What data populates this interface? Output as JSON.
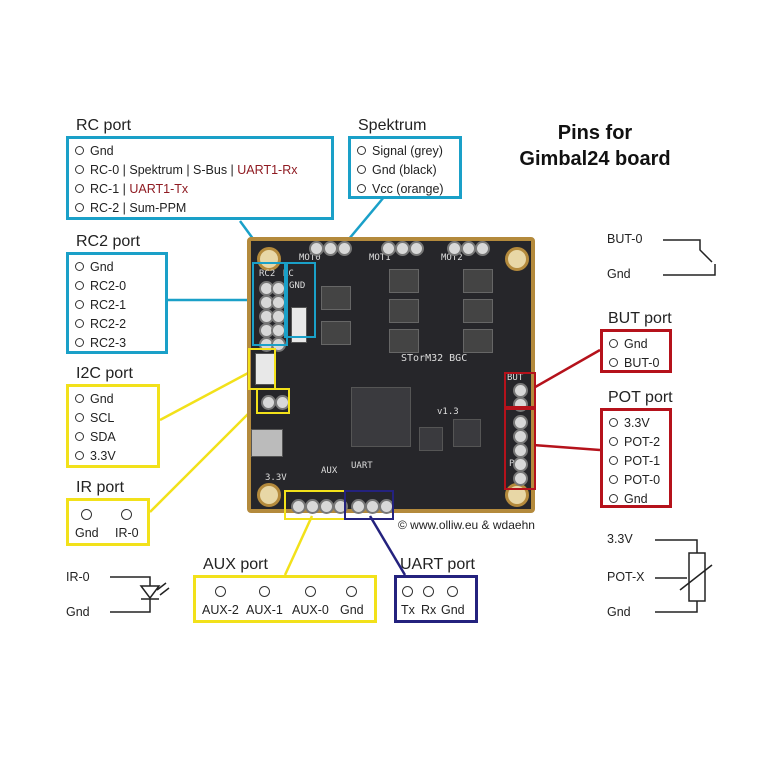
{
  "heading": {
    "line1": "Pins for",
    "line2": "Gimbal24 board"
  },
  "rc_port": {
    "title": "RC port",
    "pins": [
      {
        "a": "Gnd",
        "b": ""
      },
      {
        "a": "RC-0 | Spektrum | S-Bus | ",
        "b": "UART1-Rx"
      },
      {
        "a": "RC-1 | ",
        "b": "UART1-Tx"
      },
      {
        "a": "RC-2 | Sum-PPM",
        "b": ""
      }
    ]
  },
  "spektrum": {
    "title": "Spektrum",
    "pins": [
      "Signal (grey)",
      "Gnd (black)",
      "Vcc (orange)"
    ]
  },
  "rc2_port": {
    "title": "RC2 port",
    "pins": [
      "Gnd",
      "RC2-0",
      "RC2-1",
      "RC2-2",
      "RC2-3"
    ]
  },
  "i2c_port": {
    "title": "I2C port",
    "pins": [
      "Gnd",
      "SCL",
      "SDA",
      "3.3V"
    ]
  },
  "ir_port": {
    "title": "IR port",
    "pins": [
      "Gnd",
      "IR-0"
    ]
  },
  "aux_port": {
    "title": "AUX port",
    "pins": [
      "AUX-2",
      "AUX-1",
      "AUX-0",
      "Gnd"
    ]
  },
  "uart_port": {
    "title": "UART port",
    "pins": [
      "Tx",
      "Rx",
      "Gnd"
    ]
  },
  "but_port": {
    "title": "BUT port",
    "pins": [
      "Gnd",
      "BUT-0"
    ]
  },
  "pot_port": {
    "title": "POT port",
    "pins": [
      "3.3V",
      "POT-2",
      "POT-1",
      "POT-0",
      "Gnd"
    ]
  },
  "but_schematic": {
    "top": "BUT-0",
    "bottom": "Gnd"
  },
  "ir_schematic": {
    "top": "IR-0",
    "bottom": "Gnd"
  },
  "pot_schematic": {
    "top": "3.3V",
    "middle": "POT-X",
    "bottom": "Gnd"
  },
  "copyright": "© www.olliw.eu & wdaehn",
  "board": {
    "name": "STorM32 BGC",
    "version": "v1.3",
    "labels": [
      "MOT0",
      "MOT1",
      "MOT2",
      "RC2",
      "RC",
      "GND",
      "UART",
      "AUX",
      "3.3V",
      "POT",
      "BUT"
    ]
  }
}
